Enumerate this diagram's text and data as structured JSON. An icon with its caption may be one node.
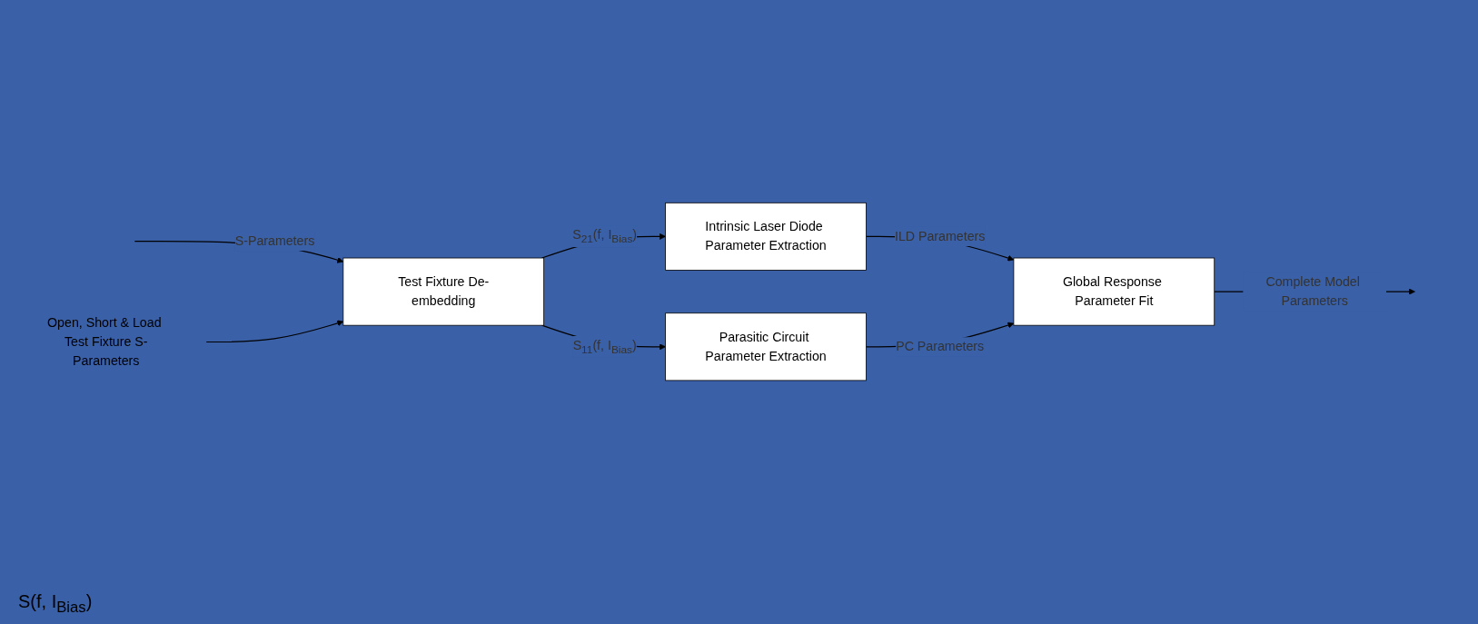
{
  "diagram": {
    "nodes": [
      {
        "text": [
          "Test Fixture De-embedding"
        ]
      },
      {
        "text": [
          "Intrinsic Laser Diode Parameter Extraction"
        ]
      },
      {
        "text": [
          "Parasitic Circuit Parameter Extraction"
        ]
      },
      {
        "text": [
          "Global Response Parameter Fit"
        ]
      },
      {
        "text": [
          "Open, Short & Load Test Fixture S-Parameters"
        ]
      }
    ],
    "edges": [
      {
        "from": null,
        "to": 0,
        "arrow": "to",
        "label": "S-Parameters"
      },
      {
        "from": 4,
        "to": 0,
        "arrow": "to"
      },
      {
        "from": 0,
        "to": 1,
        "arrow": "to",
        "label": "S$_{21}$(f, I$_{Bias}$)"
      },
      {
        "from": 0,
        "to": 2,
        "arrow": "to",
        "label": "S$_{11}$(f, I$_{Bias}$)"
      },
      {
        "from": 1,
        "to": 3,
        "arrow": "to",
        "label": "ILD Parameters"
      },
      {
        "from": 2,
        "to": 3,
        "arrow": "to",
        "label": "PC Parameters"
      },
      {
        "from": 3,
        "to": null,
        "arrow": "to",
        "label": "Complete Model Parameters"
      }
    ],
    "labels": [
      "S(f, I$_{Bias}$)"
    ]
  }
}
